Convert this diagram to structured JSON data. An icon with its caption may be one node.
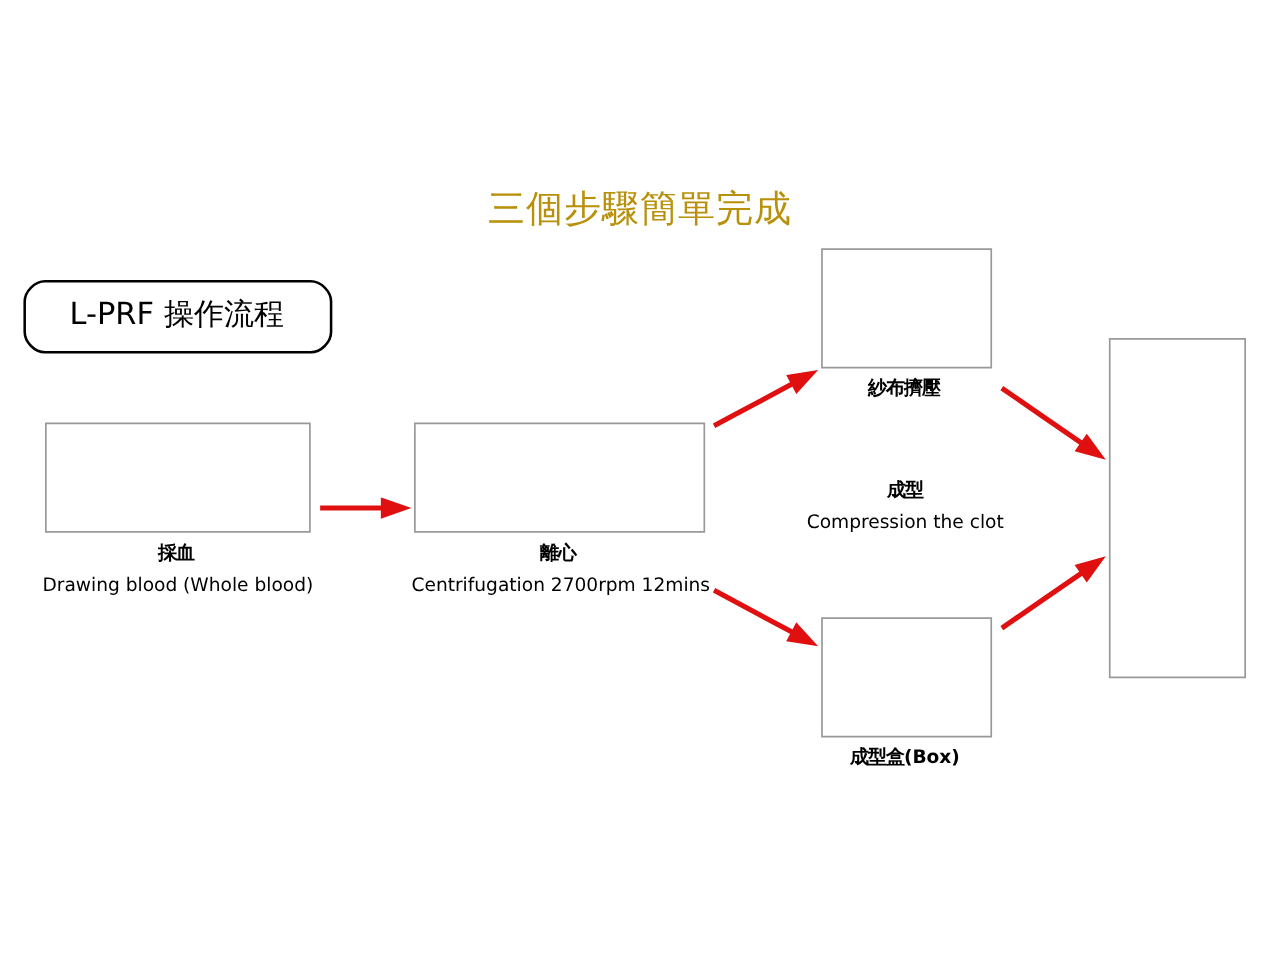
{
  "diagram": {
    "title": "三個步驟簡單完成",
    "nodes": [
      {
        "text": [
          "L-PRF 操作流程"
        ]
      },
      {
        "text": [],
        "shape": "box",
        "beside": [
          "採血",
          "Drawing blood (Whole blood)"
        ]
      },
      {
        "text": [],
        "shape": "box",
        "beside": [
          "離心",
          "Centrifugation 2700rpm 12mins"
        ]
      },
      {
        "text": [],
        "shape": "box",
        "beside": [
          "紗布擠壓"
        ]
      },
      {
        "text": [],
        "shape": "box",
        "beside": [
          "成型盒(Box)"
        ]
      },
      {
        "text": [],
        "shape": "box"
      }
    ],
    "edges": [
      {
        "from": 1,
        "to": 2,
        "arrow": "to"
      },
      {
        "from": 2,
        "to": 3,
        "arrow": "to"
      },
      {
        "from": 2,
        "to": 4,
        "arrow": "to"
      },
      {
        "from": 3,
        "to": 5,
        "arrow": "to"
      },
      {
        "from": 4,
        "to": 5,
        "arrow": "to"
      }
    ],
    "labels": [
      "成型",
      "Compression the clot"
    ]
  }
}
